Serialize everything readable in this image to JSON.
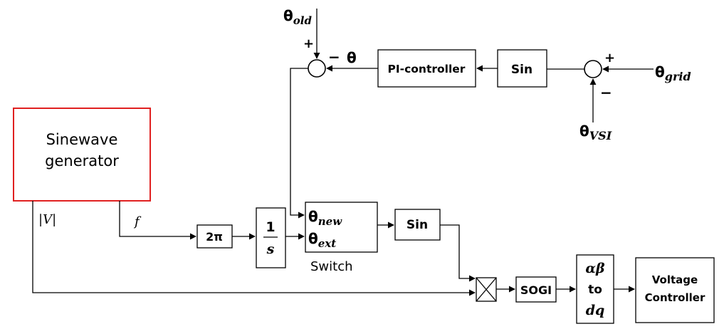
{
  "blocks": {
    "sinewave_generator": [
      "Sinewave",
      "generator"
    ],
    "pi_controller": "PI-controller",
    "sin_top": "Sin",
    "two_pi": "2π",
    "integrator": {
      "numerator": "1",
      "denominator": "s"
    },
    "switch_inputs": {
      "new": {
        "base": "θ",
        "sub": "new"
      },
      "ext": {
        "base": "θ",
        "sub": "ext"
      }
    },
    "switch_label": "Switch",
    "sin_bottom": "Sin",
    "sogi": "SOGI",
    "transform": [
      "αβ",
      "to",
      "dq"
    ],
    "voltage_controller": [
      "Voltage",
      "Controller"
    ]
  },
  "signals": {
    "theta_old": {
      "base": "θ",
      "sub": "old"
    },
    "theta_grid": {
      "base": "θ",
      "sub": "grid"
    },
    "theta_vsi": {
      "base": "θ",
      "sub": "VSI"
    },
    "theta_error": "θ",
    "magnitude": "|V|",
    "frequency": "f"
  },
  "signs": {
    "sum_left_plus": "+",
    "sum_left_minus": "−",
    "sum_right_plus": "+",
    "sum_right_minus": "−"
  },
  "colors": {
    "generator_border": "#e02020",
    "line": "#000000"
  }
}
